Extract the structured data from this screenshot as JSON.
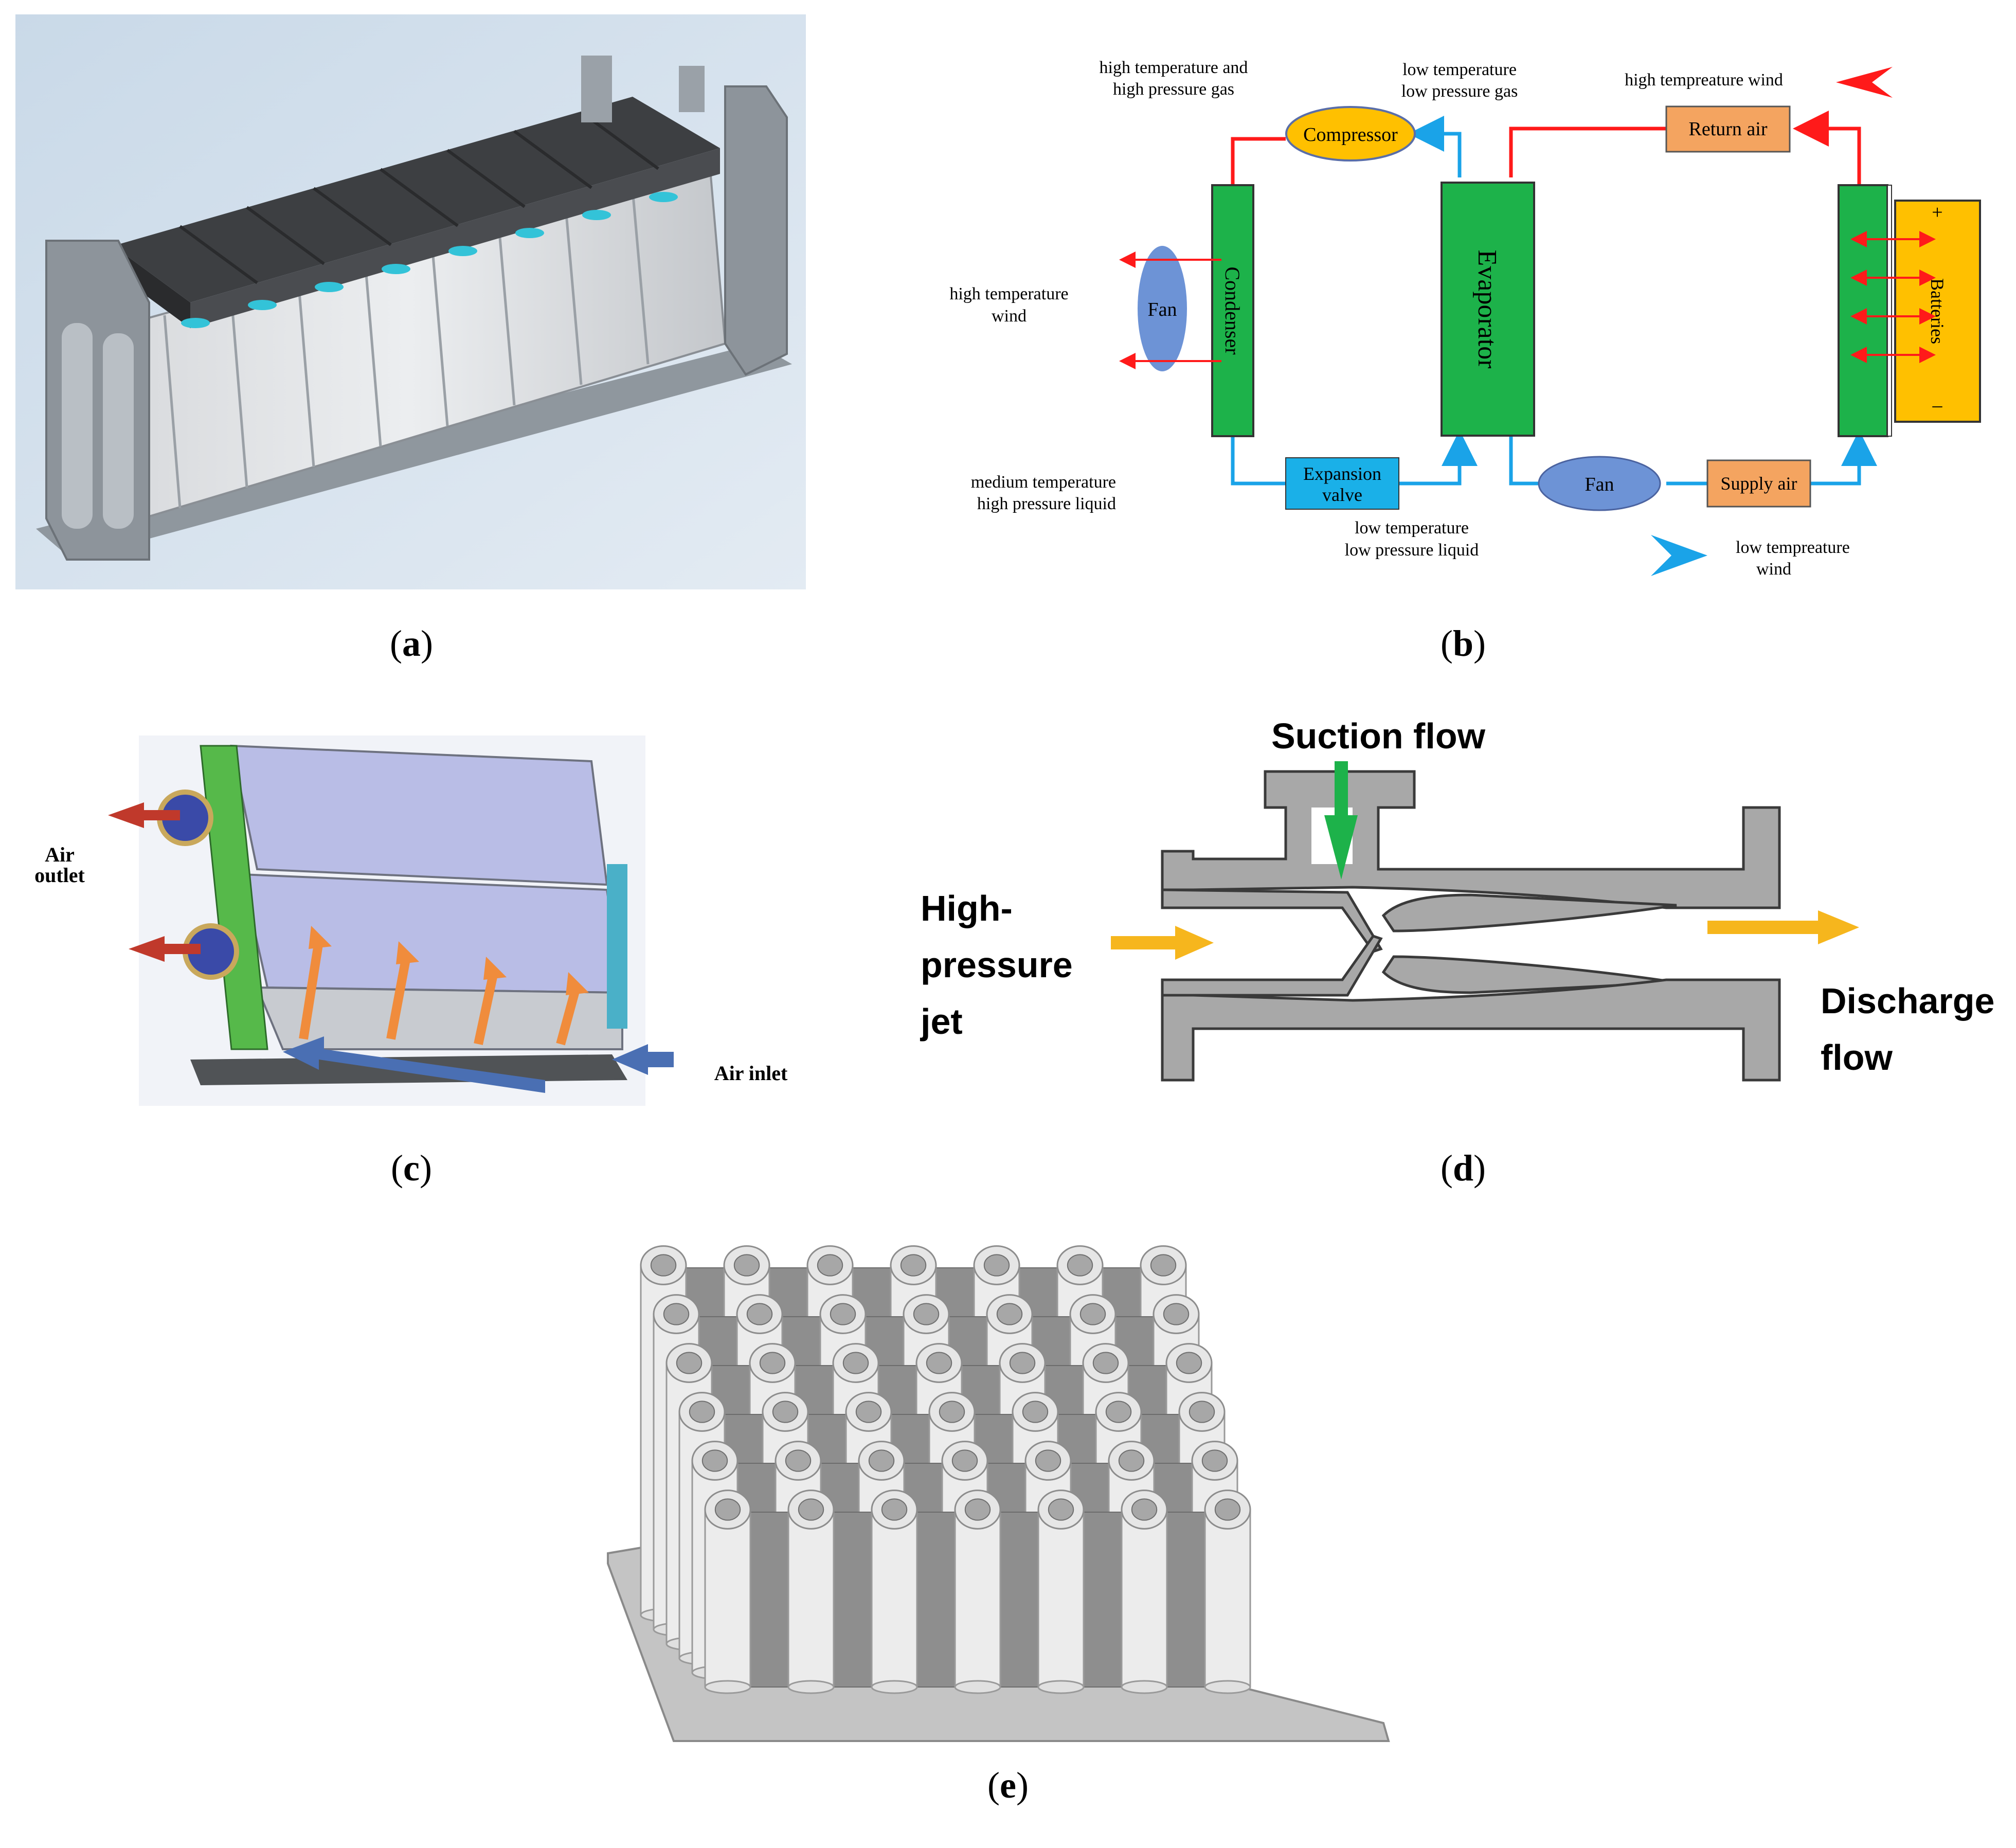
{
  "captions": {
    "a": {
      "open": "(",
      "letter": "a",
      "close": ")"
    },
    "b": {
      "open": "(",
      "letter": "b",
      "close": ")"
    },
    "c": {
      "open": "(",
      "letter": "c",
      "close": ")"
    },
    "d": {
      "open": "(",
      "letter": "d",
      "close": ")"
    },
    "e": {
      "open": "(",
      "letter": "e",
      "close": ")"
    }
  },
  "panel_b": {
    "high_temp_high_pressure_gas": [
      "high temperature and",
      "high pressure gas"
    ],
    "low_temp_low_pressure_gas": [
      "low temperature",
      "low pressure gas"
    ],
    "high_temp_wind_legend": "high tempreature wind",
    "compressor": "Compressor",
    "return_air": "Return air",
    "high_temp_wind": [
      "high temperature",
      "wind"
    ],
    "fan_left": "Fan",
    "condenser": "Condenser",
    "evaporator": "Evaporator",
    "batteries": "Batteries",
    "plus": "+",
    "minus": "–",
    "medium_temp_high_pressure_liquid": [
      "medium temperature",
      "high pressure liquid"
    ],
    "expansion_valve": [
      "Expansion",
      "valve"
    ],
    "fan_bottom": "Fan",
    "supply_air": "Supply air",
    "low_temp_low_pressure_liquid": [
      "low temperature",
      "low pressure liquid"
    ],
    "low_temp_wind_legend": [
      "low tempreature",
      "wind"
    ],
    "colors": {
      "hot": "#ff1a1a",
      "cold": "#1aa3e8",
      "green": "#1db24a",
      "orange": "#f4a460",
      "yellow": "#ffc000",
      "blue_fan": "#6d93d6",
      "exp_valve": "#1ab0e8"
    }
  },
  "panel_c": {
    "air_outlet": [
      "Air",
      "outlet"
    ],
    "air_inlet": "Air inlet"
  },
  "panel_d": {
    "suction_flow": "Suction flow",
    "high_pressure_jet": [
      "High-",
      "pressure",
      "jet"
    ],
    "discharge_flow": [
      "Discharge",
      "flow"
    ]
  }
}
